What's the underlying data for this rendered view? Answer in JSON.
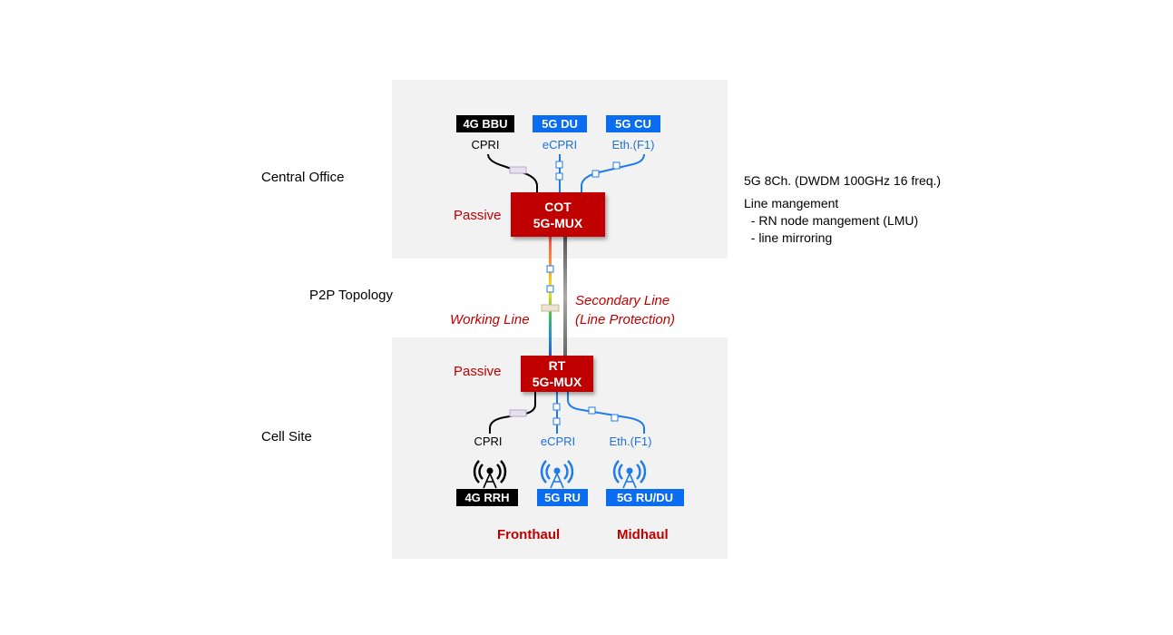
{
  "sections": {
    "central_office": "Central Office",
    "p2p_topology": "P2P Topology",
    "cell_site": "Cell Site"
  },
  "central": {
    "bbu_4g": "4G BBU",
    "du_5g": "5G DU",
    "cu_5g": "5G CU",
    "cpri": "CPRI",
    "ecpri": "eCPRI",
    "eth_f1": "Eth.(F1)",
    "passive": "Passive",
    "cot_line1": "COT",
    "cot_line2": "5G-MUX"
  },
  "links": {
    "working_line": "Working Line",
    "secondary_line_1": "Secondary Line",
    "secondary_line_2": "(Line Protection)"
  },
  "cell": {
    "passive": "Passive",
    "rt_line1": "RT",
    "rt_line2": "5G-MUX",
    "cpri": "CPRI",
    "ecpri": "eCPRI",
    "eth_f1": "Eth.(F1)",
    "rrh_4g": "4G RRH",
    "ru_5g": "5G RU",
    "ru_du_5g": "5G RU/DU",
    "fronthaul": "Fronthaul",
    "midhaul": "Midhaul"
  },
  "notes": {
    "channels": "5G 8Ch. (DWDM 100GHz 16 freq.)",
    "line_management": "Line mangement",
    "rn_node": "  - RN node mangement (LMU)",
    "mirroring": "  - line mirroring"
  },
  "colors": {
    "mux_red": "#c00000",
    "blue_tag": "#0a6cf0",
    "blue_line": "#1f7be8",
    "panel_gray": "#f2f2f2"
  }
}
